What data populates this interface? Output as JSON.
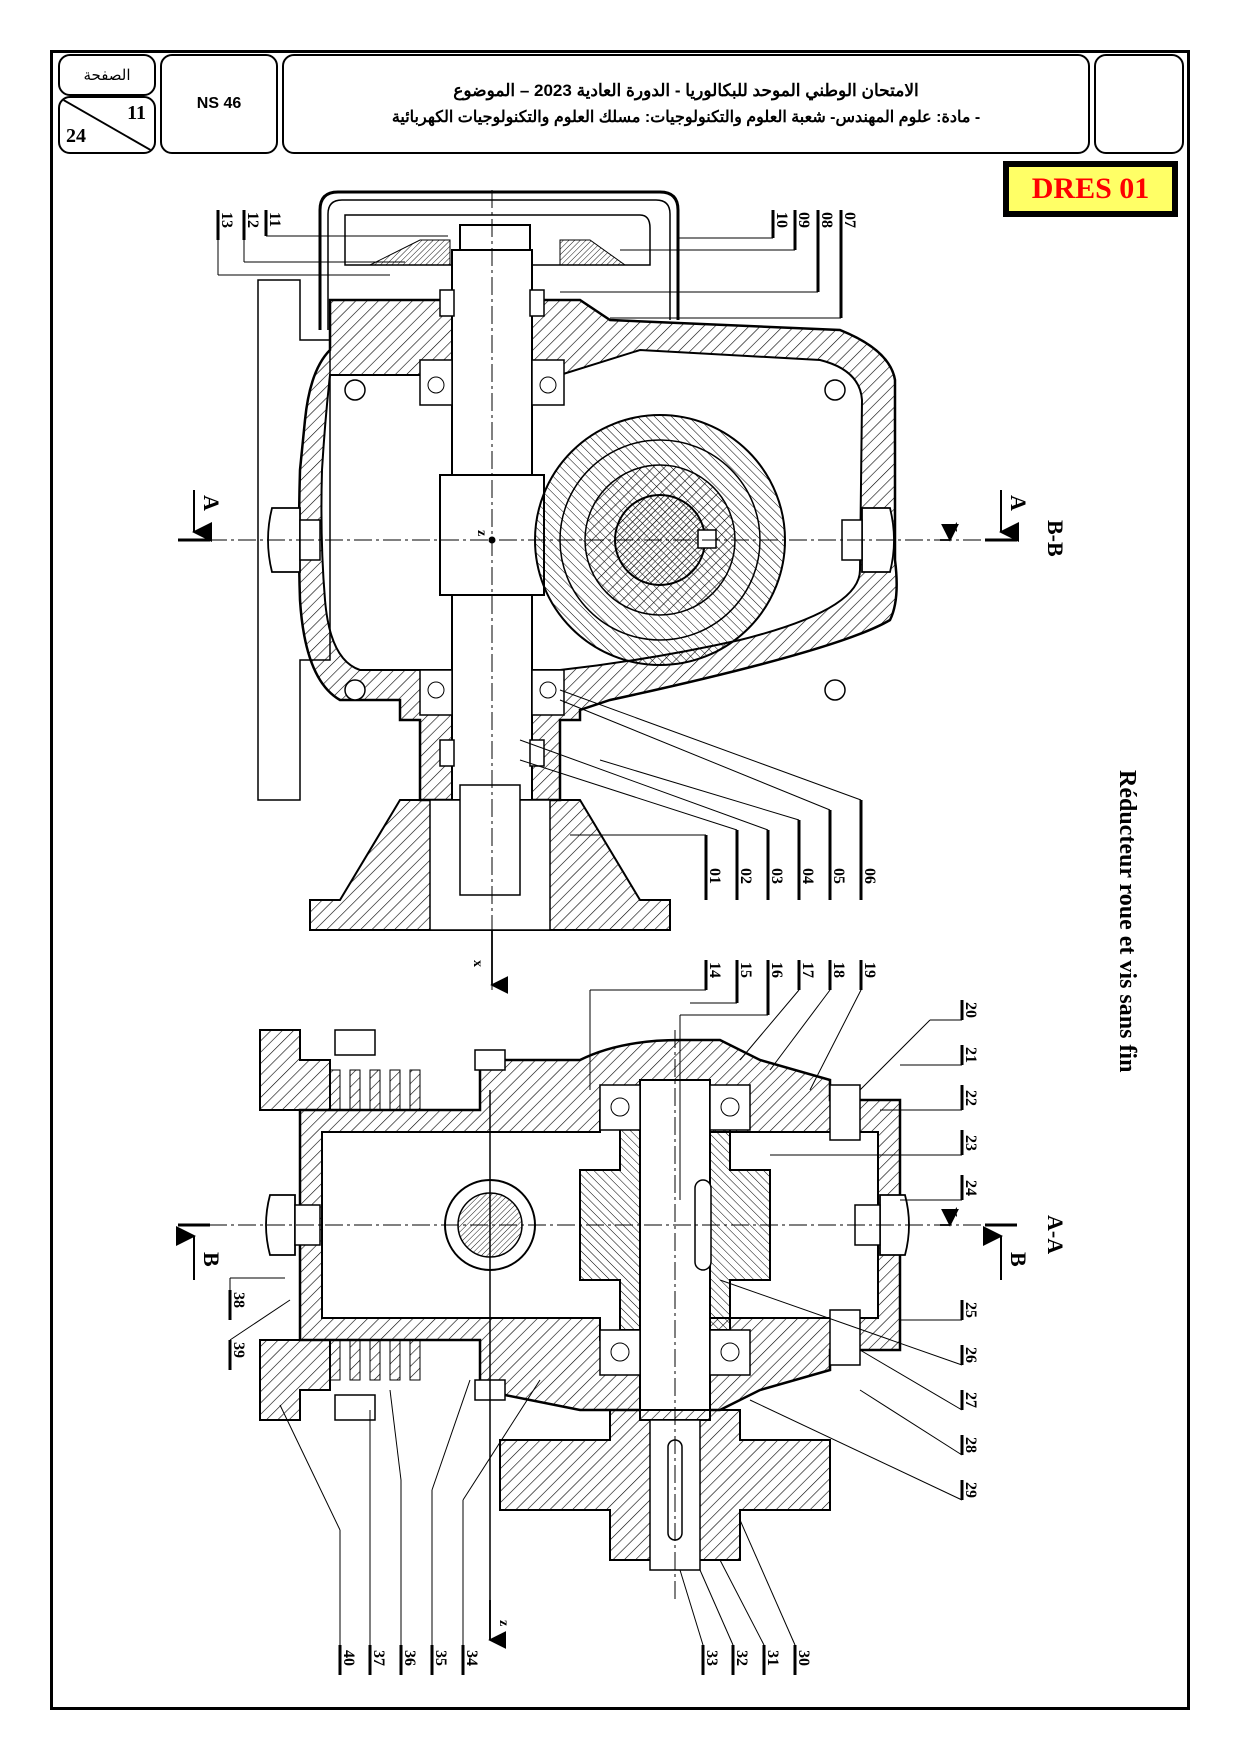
{
  "header": {
    "page_label": "الصفحة",
    "page_current": "11",
    "page_total": "24",
    "exam_code": "NS 46",
    "title_line1": "الامتحان الوطني الموحد للبكالوريا - الدورة العادية 2023 – الموضوع",
    "title_line2": "- مادة: علوم المهندس- شعبة العلوم والتكنولوجيات: مسلك العلوم والتكنولوجيات الكهربائية"
  },
  "document_ref": "DRES 01",
  "drawing_title": "Réducteur roue et vis sans fin",
  "colors": {
    "dres_background": "#ffff66",
    "dres_text": "#ff0000",
    "ink": "#000000"
  },
  "section_bb": {
    "label": "B-B",
    "cut_letter": "A",
    "axis_labels": {
      "z": "z",
      "y": "Y",
      "x": "x"
    },
    "callouts_top": [
      "13",
      "12",
      "11",
      "10",
      "09",
      "08",
      "07"
    ],
    "callouts_right": [
      "01",
      "02",
      "03",
      "04",
      "05",
      "06"
    ]
  },
  "section_aa": {
    "label": "A-A",
    "cut_letter": "B",
    "axis_labels": {
      "y": "Y",
      "z": "z"
    },
    "callouts_top": [
      "14",
      "15",
      "16",
      "17",
      "18",
      "19"
    ],
    "callouts_right": [
      "20",
      "21",
      "22",
      "23",
      "24",
      "25",
      "26",
      "27",
      "28",
      "29"
    ],
    "callouts_bottom_right": [
      "33",
      "32",
      "31",
      "30"
    ],
    "callouts_bottom_left": [
      "40",
      "37",
      "36",
      "35",
      "34"
    ],
    "callouts_left": [
      "38",
      "39"
    ]
  }
}
